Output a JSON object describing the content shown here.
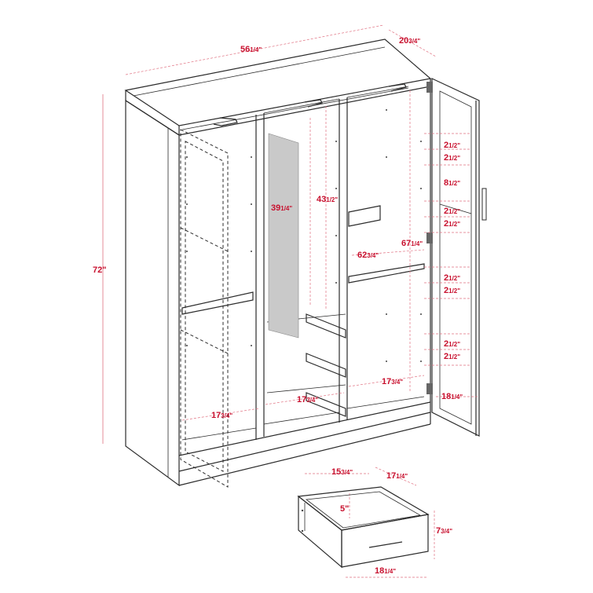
{
  "colors": {
    "dimension": "#c8102e",
    "line": "#2b2b2b",
    "mirror": "#c9c9c9"
  },
  "dimensions": {
    "width": {
      "whole": "56",
      "frac": "1/4\""
    },
    "depth": {
      "whole": "20",
      "frac": "3/4\""
    },
    "height": {
      "whole": "72\"",
      "frac": ""
    },
    "mirror": {
      "whole": "39",
      "frac": "1/4\""
    },
    "center_clear": {
      "whole": "43",
      "frac": "1/2\""
    },
    "right_clear": {
      "whole": "62",
      "frac": "3/4\""
    },
    "right_inner": {
      "whole": "67",
      "frac": "1/4\""
    },
    "door_width": {
      "whole": "18",
      "frac": "1/4\""
    },
    "left_depth": {
      "whole": "17",
      "frac": "3/4\""
    },
    "center_depth": {
      "whole": "17",
      "frac": "3/4\""
    },
    "right_depth": {
      "whole": "17",
      "frac": "3/4\""
    },
    "shelf_spacing": [
      {
        "whole": "2",
        "frac": "1/2\""
      },
      {
        "whole": "2",
        "frac": "1/2\""
      },
      {
        "whole": "8",
        "frac": "1/2\""
      },
      {
        "whole": "2",
        "frac": "1/2\""
      },
      {
        "whole": "2",
        "frac": "1/2\""
      },
      {
        "whole": "2",
        "frac": "1/2\""
      },
      {
        "whole": "2",
        "frac": "1/2\""
      },
      {
        "whole": "2",
        "frac": "1/2\""
      },
      {
        "whole": "2",
        "frac": "1/2\""
      }
    ],
    "drawer_width": {
      "whole": "15",
      "frac": "3/4\""
    },
    "drawer_depth": {
      "whole": "17",
      "frac": "1/4\""
    },
    "drawer_inner_height": {
      "whole": "5\"",
      "frac": ""
    },
    "drawer_height": {
      "whole": "7",
      "frac": "3/4\""
    },
    "drawer_front_width": {
      "whole": "18",
      "frac": "1/4\""
    }
  }
}
